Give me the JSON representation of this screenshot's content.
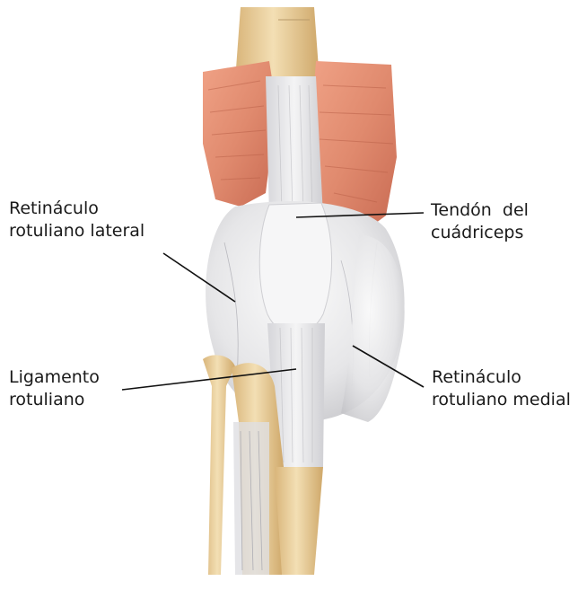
{
  "labels": {
    "lateral_retinaculum": {
      "line1": "Retináculo",
      "line2": "rotuliano lateral"
    },
    "quadriceps_tendon": {
      "line1": "Tendón  del",
      "line2": "cuádriceps"
    },
    "patellar_ligament": {
      "line1": "Ligamento",
      "line2": "rotuliano"
    },
    "medial_retinaculum": {
      "line1": "Retináculo",
      "line2": "rotuliano medial"
    }
  },
  "colors": {
    "muscle": "#e08a6e",
    "muscle_shadow": "#c86a52",
    "bone": "#e9cf9a",
    "bone_shadow": "#cfa86a",
    "ligament": "#eaeaea",
    "ligament_shadow": "#c9c9cc",
    "leader_line": "#111111"
  }
}
